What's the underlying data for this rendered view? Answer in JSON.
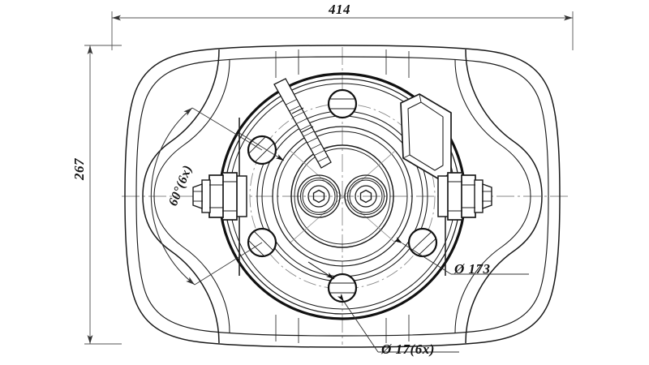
{
  "drawing": {
    "type": "engineering-drawing",
    "view": "front-elevation-section",
    "subject": "hydraulic-motor-wheel-hub-assembly",
    "units": "mm",
    "line_color": "#1a1a1a",
    "centerline_color": "#808080",
    "dimension_color": "#4d4d4d",
    "background": "#ffffff"
  },
  "dimensions": {
    "overall_width": {
      "value": "414",
      "label": "414",
      "orientation": "horizontal",
      "position": "top"
    },
    "overall_height": {
      "value": "267",
      "label": "267",
      "orientation": "vertical",
      "position": "left"
    },
    "bolt_circle": {
      "value": "173",
      "label": "Ø 173",
      "symbol": "Ø",
      "position": "right"
    },
    "bolt_hole": {
      "value": "17",
      "count": "6x",
      "label": "Ø 17(6x)",
      "symbol": "Ø",
      "position": "bottom"
    },
    "bolt_spacing_angle": {
      "value": "60",
      "count": "6x",
      "label": "60°(6x)",
      "symbol": "°",
      "position": "left-interior"
    }
  },
  "features": {
    "outer_body": "winged-housing-silhouette",
    "flange": "circular-mounting-flange",
    "hub": "central-rotating-hub",
    "ports": [
      {
        "name": "port-left",
        "type": "hex-fitting-with-nut"
      },
      {
        "name": "port-right",
        "type": "hex-fitting-with-nut"
      }
    ],
    "center_bores": [
      {
        "name": "bore-left",
        "profile": "hexagonal"
      },
      {
        "name": "bore-right",
        "profile": "hexagonal"
      }
    ],
    "bolt_hole_count": 6,
    "boss": "upper-right-raised-boss",
    "slot": "upper-left-hatched-slot"
  }
}
